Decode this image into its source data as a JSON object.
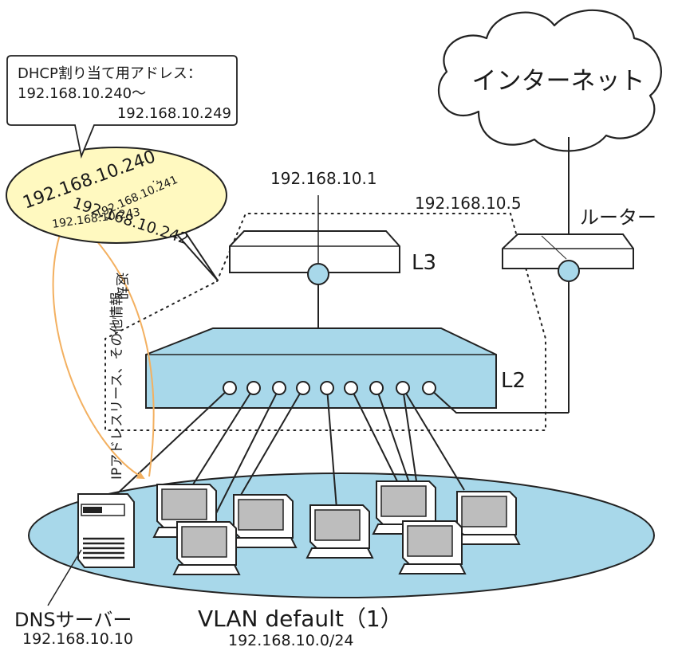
{
  "callout": {
    "line1": "DHCP割り当て用アドレス：",
    "line2": "192.168.10.240〜",
    "line3": "192.168.10.249"
  },
  "pool": {
    "addresses": [
      "192.168.10.240",
      "192.168.10.241",
      "192.168.10.242",
      "192.168.10.243"
    ]
  },
  "internet": {
    "label": "インターネット"
  },
  "router": {
    "label": "ルーター",
    "ip": "192.168.10.5"
  },
  "l3": {
    "label": "L3",
    "ip": "192.168.10.1"
  },
  "l2": {
    "label": "L2"
  },
  "arrows": {
    "lease": "IPアドレスリース、その他情報",
    "return": "返却"
  },
  "dns": {
    "label": "DNSサーバー",
    "ip": "192.168.10.10"
  },
  "vlan": {
    "name": "VLAN default（1）",
    "subnet": "192.168.10.0/24"
  },
  "colors": {
    "device_fill": "#a8d8ea",
    "vlan_fill": "#a8d8ea",
    "arrow": "#f3b060",
    "outline": "#222222"
  }
}
